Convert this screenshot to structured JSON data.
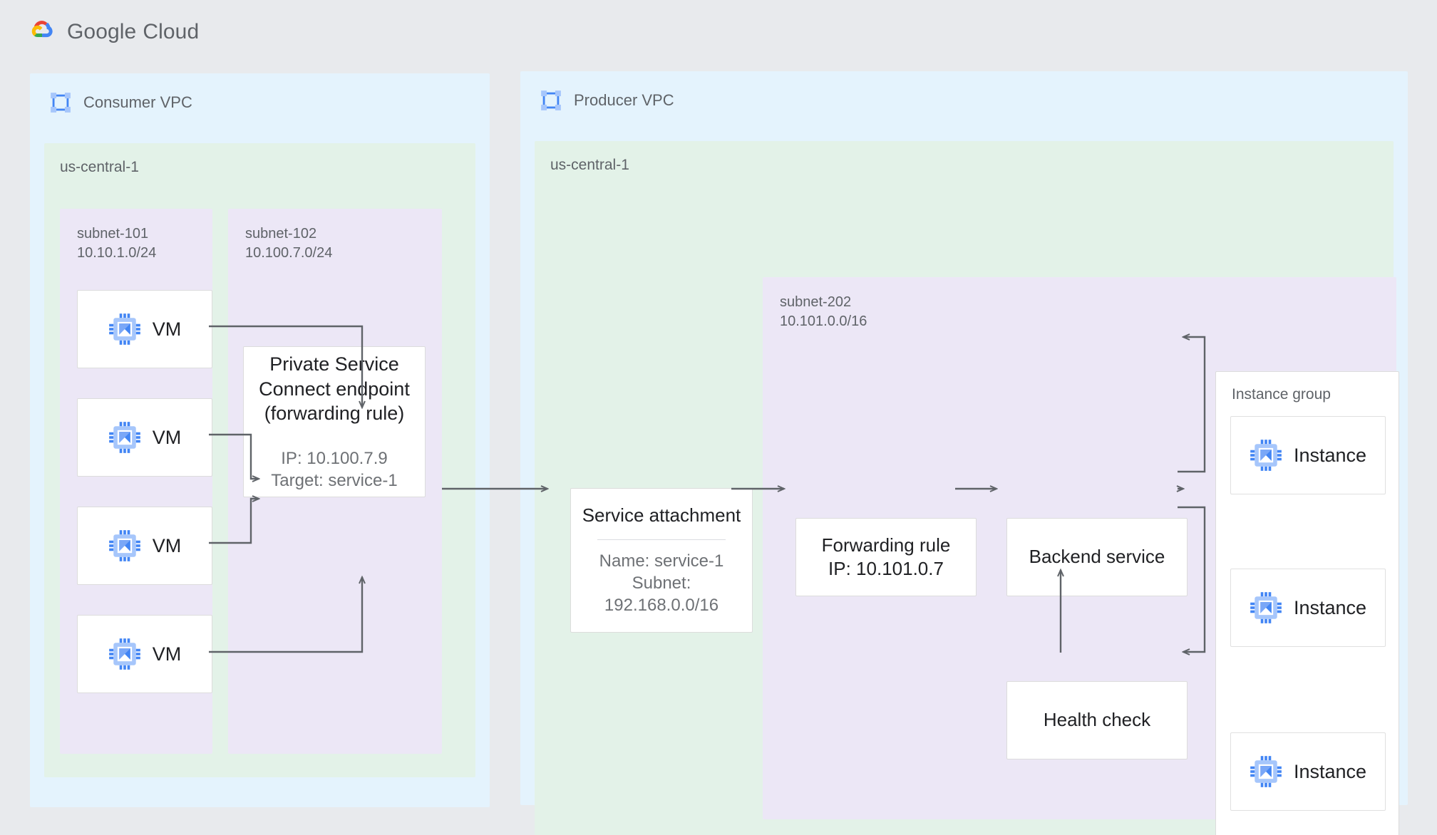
{
  "header": {
    "brand_google": "Google",
    "brand_cloud": "Cloud",
    "logo_icon": "google-cloud-logo"
  },
  "colors": {
    "page_bg": "#e8eaed",
    "vpc_bg": "#e4f3fd",
    "region_bg": "#e3f2e8",
    "subnet_bg": "#ece7f6",
    "card_bg": "#ffffff",
    "card_border": "#dcdcdc",
    "connector": "#5f6368",
    "text_primary": "#202124",
    "text_secondary": "#5f6368",
    "icon_blue": "#4285f4",
    "icon_blue_light": "#a6c6fb"
  },
  "consumer_vpc": {
    "title": "Consumer VPC",
    "icon": "vpc-icon",
    "region": "us-central-1",
    "subnets": [
      {
        "name": "subnet-101",
        "cidr": "10.10.1.0/24"
      },
      {
        "name": "subnet-102",
        "cidr": "10.100.7.0/24"
      }
    ],
    "vms": [
      {
        "label": "VM",
        "icon": "vm-chip-icon"
      },
      {
        "label": "VM",
        "icon": "vm-chip-icon"
      },
      {
        "label": "VM",
        "icon": "vm-chip-icon"
      },
      {
        "label": "VM",
        "icon": "vm-chip-icon"
      }
    ],
    "psc_endpoint": {
      "title": "Private Service Connect endpoint (forwarding rule)",
      "title_lines": [
        "Private Service",
        "Connect endpoint",
        "(forwarding rule)"
      ],
      "meta_lines": [
        "IP: 10.100.7.9",
        "Target: service-1"
      ],
      "ip": "10.100.7.9",
      "target": "service-1"
    }
  },
  "producer_vpc": {
    "title": "Producer VPC",
    "icon": "vpc-icon",
    "region": "us-central-1",
    "subnet": {
      "name": "subnet-202",
      "cidr": "10.101.0.0/16"
    },
    "service_attachment": {
      "title": "Service attachment",
      "meta_lines": [
        "Name: service-1",
        "Subnet:",
        "192.168.0.0/16"
      ],
      "name": "service-1",
      "subnet": "192.168.0.0/16"
    },
    "forwarding_rule": {
      "title_lines": [
        "Forwarding rule",
        "IP: 10.101.0.7"
      ],
      "ip": "10.101.0.7"
    },
    "backend_service": {
      "title": "Backend service"
    },
    "health_check": {
      "title": "Health check"
    },
    "instance_group": {
      "label": "Instance group",
      "instances": [
        {
          "label": "Instance",
          "icon": "vm-chip-icon"
        },
        {
          "label": "Instance",
          "icon": "vm-chip-icon"
        },
        {
          "label": "Instance",
          "icon": "vm-chip-icon"
        }
      ]
    }
  },
  "chart_data": {
    "type": "diagram",
    "title": "Private Service Connect endpoint architecture",
    "nodes": [
      "VM",
      "VM",
      "VM",
      "VM",
      "Private Service Connect endpoint (forwarding rule)",
      "Service attachment",
      "Forwarding rule",
      "Backend service",
      "Health check",
      "Instance",
      "Instance",
      "Instance"
    ],
    "edges": [
      {
        "from": "VM 1",
        "to": "Private Service Connect endpoint"
      },
      {
        "from": "VM 2",
        "to": "Private Service Connect endpoint"
      },
      {
        "from": "VM 3",
        "to": "Private Service Connect endpoint"
      },
      {
        "from": "VM 4",
        "to": "Private Service Connect endpoint"
      },
      {
        "from": "Private Service Connect endpoint",
        "to": "Service attachment"
      },
      {
        "from": "Service attachment",
        "to": "Forwarding rule"
      },
      {
        "from": "Forwarding rule",
        "to": "Backend service"
      },
      {
        "from": "Backend service",
        "to": "Instance 1"
      },
      {
        "from": "Backend service",
        "to": "Instance 2"
      },
      {
        "from": "Backend service",
        "to": "Instance 3"
      },
      {
        "from": "Health check",
        "to": "Backend service"
      }
    ]
  }
}
